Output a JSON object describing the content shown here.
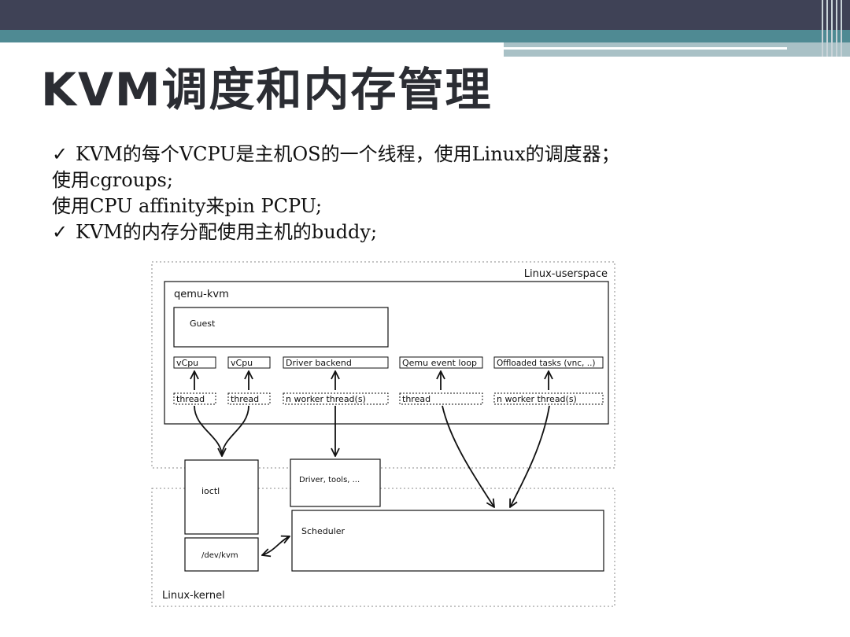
{
  "slide": {
    "title": "KVM调度和内存管理",
    "bullets": [
      {
        "mark": "✓",
        "text": "KVM的每个VCPU是主机OS的一个线程，使用Linux的调度器；"
      },
      {
        "mark": "",
        "text": "使用cgroups;"
      },
      {
        "mark": "",
        "text": "使用CPU affinity来pin PCPU;"
      },
      {
        "mark": "✓",
        "text": "KVM的内存分配使用主机的buddy;"
      }
    ]
  },
  "diagram": {
    "userspace_label": "Linux-userspace",
    "kernel_label": "Linux-kernel",
    "qemu_label": "qemu-kvm",
    "guest_label": "Guest",
    "components": [
      "vCpu",
      "vCpu",
      "Driver backend",
      "Qemu event loop",
      "Offloaded tasks (vnc, ..)"
    ],
    "threads": [
      "thread",
      "thread",
      "n worker thread(s)",
      "thread",
      "n worker thread(s)"
    ],
    "ioctl_label": "ioctl",
    "driver_label": "Driver, tools, ...",
    "scheduler_label": "Scheduler",
    "devkvm_label": "/dev/kvm"
  }
}
